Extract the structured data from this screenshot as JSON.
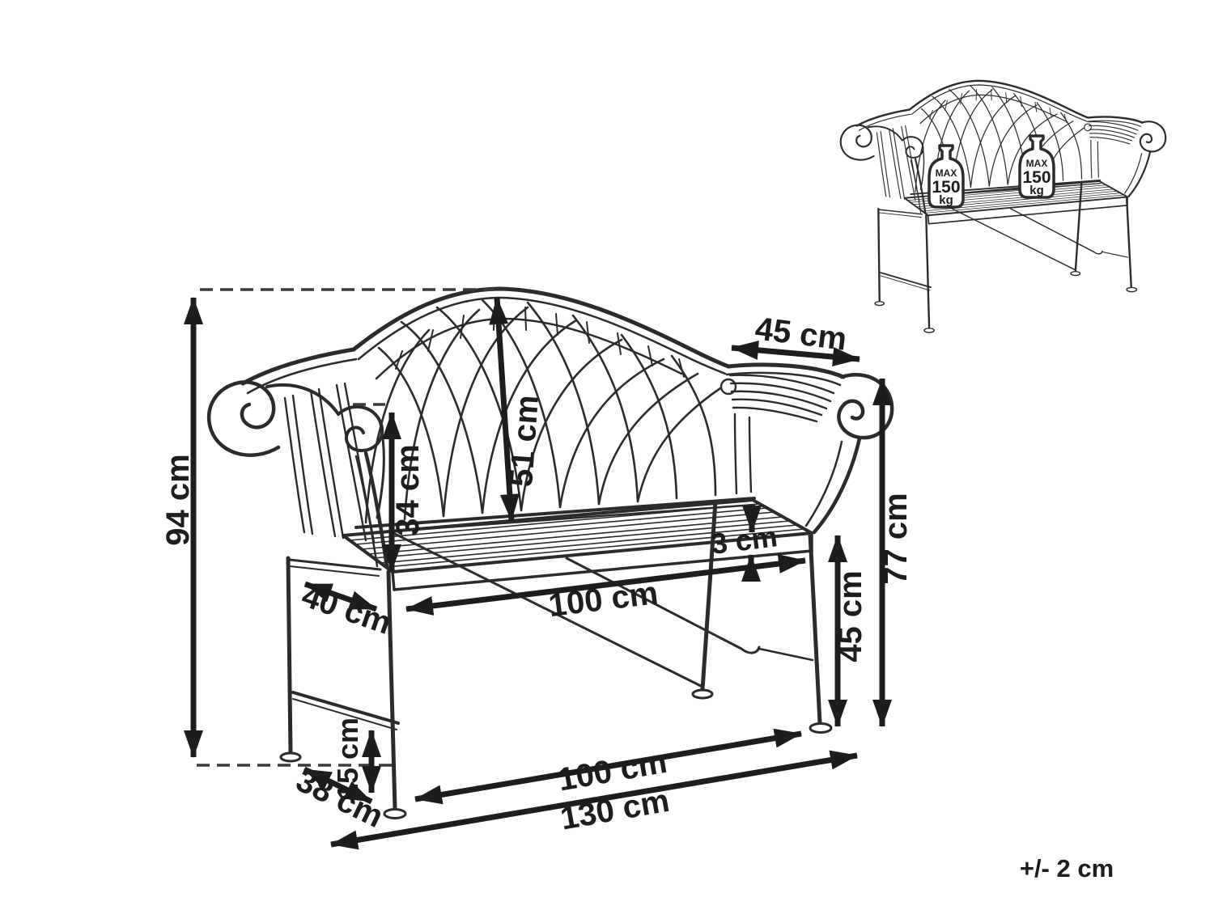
{
  "diagram": {
    "subject": "garden-bench-dimension-drawing",
    "tolerance_note": "+/- 2 cm",
    "max_load_badge": {
      "line1": "MAX",
      "line2": "150",
      "line3": "kg"
    },
    "dimensions": {
      "overall_height": "94 cm",
      "armrest_length": "45 cm",
      "armrest_height": "77 cm",
      "seat_height": "45 cm",
      "backrest_height_above_seat": "34 cm",
      "backrest_diagonal_height": "51 cm",
      "seat_thickness": "3 cm",
      "seat_depth": "40 cm",
      "seat_width": "100 cm",
      "ground_clearance": "15 cm",
      "base_depth": "38 cm",
      "base_span_width": "100 cm",
      "overall_width": "130 cm"
    },
    "colors": {
      "line_art": "#2b2b2b",
      "dimension_ink": "#1d1d1f",
      "background": "#ffffff"
    }
  }
}
